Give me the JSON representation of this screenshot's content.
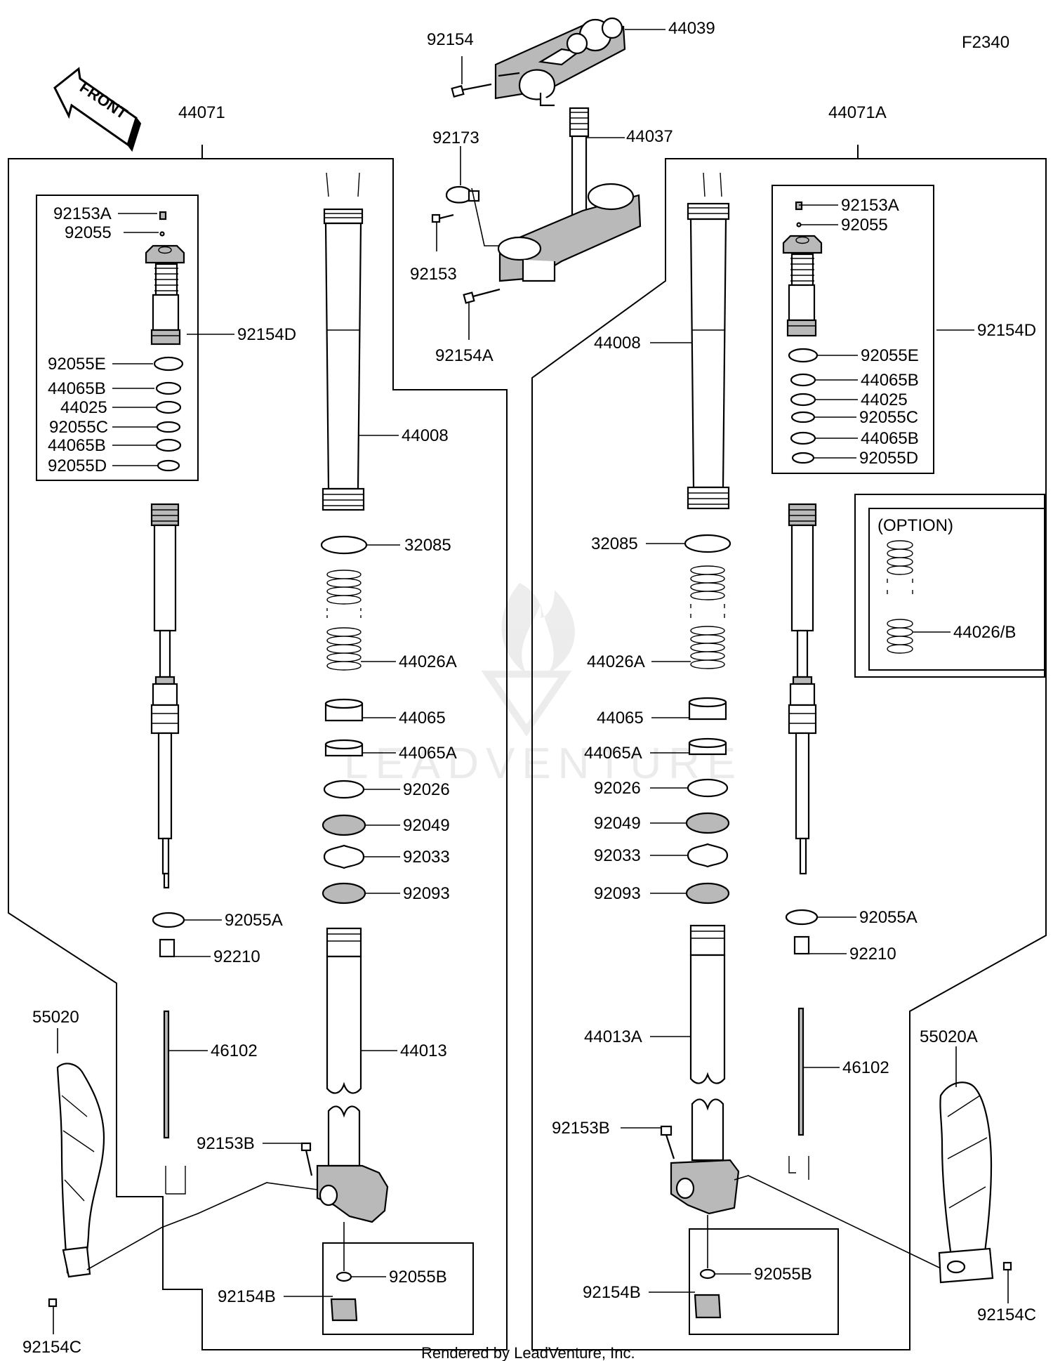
{
  "figure_code": "F2340",
  "front_label": "FRONT",
  "option_label": "(OPTION)",
  "footer": "Rendered by LeadVenture, Inc.",
  "watermark": "LEADVENTURE",
  "labels": {
    "top_92154": "92154",
    "top_44039": "44039",
    "top_92173": "92173",
    "top_44037": "44037",
    "top_92153": "92153",
    "top_92154A": "92154A",
    "L_44071": "44071",
    "L_92153A": "92153A",
    "L_92055": "92055",
    "L_92154D": "92154D",
    "L_92055E": "92055E",
    "L_44065B_1": "44065B",
    "L_44025": "44025",
    "L_92055C": "92055C",
    "L_44065B_2": "44065B",
    "L_92055D": "92055D",
    "L_44008": "44008",
    "L_32085": "32085",
    "L_44026A": "44026A",
    "L_44065": "44065",
    "L_44065A": "44065A",
    "L_92026": "92026",
    "L_92049": "92049",
    "L_92033": "92033",
    "L_92093": "92093",
    "L_92055A": "92055A",
    "L_92210": "92210",
    "L_44013": "44013",
    "L_55020": "55020",
    "L_46102": "46102",
    "L_92153B": "92153B",
    "L_92055B": "92055B",
    "L_92154B": "92154B",
    "L_92154C": "92154C",
    "R_44071A": "44071A",
    "R_92153A": "92153A",
    "R_92055": "92055",
    "R_92154D": "92154D",
    "R_92055E": "92055E",
    "R_44065B_1": "44065B",
    "R_44025": "44025",
    "R_92055C": "92055C",
    "R_44065B_2": "44065B",
    "R_92055D": "92055D",
    "R_44008": "44008",
    "R_32085": "32085",
    "R_44026A": "44026A",
    "R_44065": "44065",
    "R_44065A": "44065A",
    "R_92026": "92026",
    "R_92049": "92049",
    "R_92033": "92033",
    "R_92093": "92093",
    "R_44026B": "44026/B",
    "R_92055A": "92055A",
    "R_92210": "92210",
    "R_44013A": "44013A",
    "R_46102": "46102",
    "R_55020A": "55020A",
    "R_92153B": "92153B",
    "R_92055B": "92055B",
    "R_92154B": "92154B",
    "R_92154C": "92154C"
  }
}
